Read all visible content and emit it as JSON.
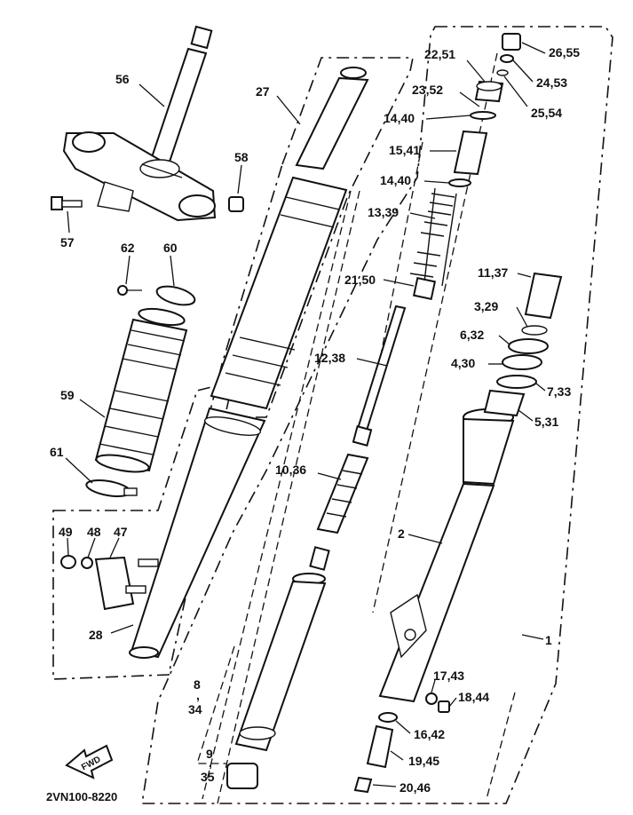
{
  "diagram": {
    "code": "2VN100-8220",
    "fwd_label": "FWD",
    "labels": {
      "l1": "1",
      "l2": "2",
      "l3_29": "3,29",
      "l4_30": "4,30",
      "l5_31": "5,31",
      "l6_32": "6,32",
      "l7_33": "7,33",
      "l8": "8",
      "l8_comma": ",",
      "l34": "34",
      "l9": "9",
      "l9_comma": ",",
      "l35": "35",
      "l10_36": "10,36",
      "l11_37": "11,37",
      "l12_38": "12,38",
      "l13_39": "13,39",
      "l14_40a": "14,40",
      "l14_40b": "14,40",
      "l15_41": "15,41",
      "l16_42": "16,42",
      "l17_43": "17,43",
      "l18_44": "18,44",
      "l19_45": "19,45",
      "l20_46": "20,46",
      "l21_50": "21,50",
      "l22_51": "22,51",
      "l23_52": "23,52",
      "l24_53": "24,53",
      "l25_54": "25,54",
      "l26_55": "26,55",
      "l27": "27",
      "l28": "28",
      "l47": "47",
      "l48": "48",
      "l49": "49",
      "l56": "56",
      "l57": "57",
      "l58": "58",
      "l59": "59",
      "l60": "60",
      "l61": "61",
      "l62": "62"
    }
  }
}
